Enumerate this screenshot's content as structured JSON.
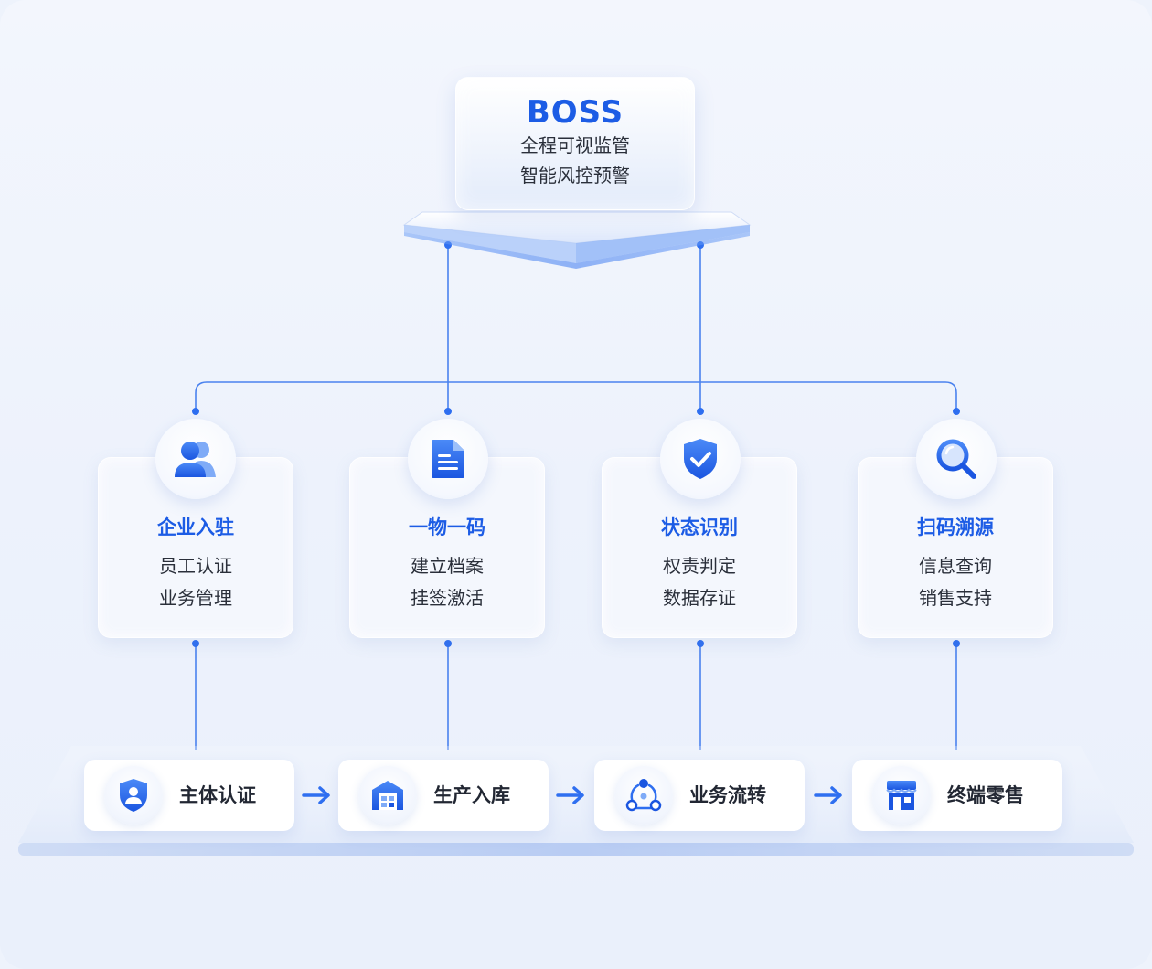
{
  "boss": {
    "title": "BOSS",
    "lines": [
      "全程可视监管",
      "智能风控预警"
    ]
  },
  "features": [
    {
      "title": "企业入驻",
      "lines": [
        "员工认证",
        "业务管理"
      ],
      "icon": "users-icon"
    },
    {
      "title": "一物一码",
      "lines": [
        "建立档案",
        "挂签激活"
      ],
      "icon": "document-icon"
    },
    {
      "title": "状态识别",
      "lines": [
        "权责判定",
        "数据存证"
      ],
      "icon": "shield-check-icon"
    },
    {
      "title": "扫码溯源",
      "lines": [
        "信息查询",
        "销售支持"
      ],
      "icon": "search-icon"
    }
  ],
  "flow": [
    {
      "label": "主体认证",
      "icon": "shield-user-icon"
    },
    {
      "label": "生产入库",
      "icon": "warehouse-icon"
    },
    {
      "label": "业务流转",
      "icon": "circulation-icon"
    },
    {
      "label": "终端零售",
      "icon": "store-icon"
    }
  ],
  "colors": {
    "accent": "#1c5ce5",
    "line": "#3a78f0",
    "text": "#2a2f3a",
    "background": "#eef3fc"
  }
}
